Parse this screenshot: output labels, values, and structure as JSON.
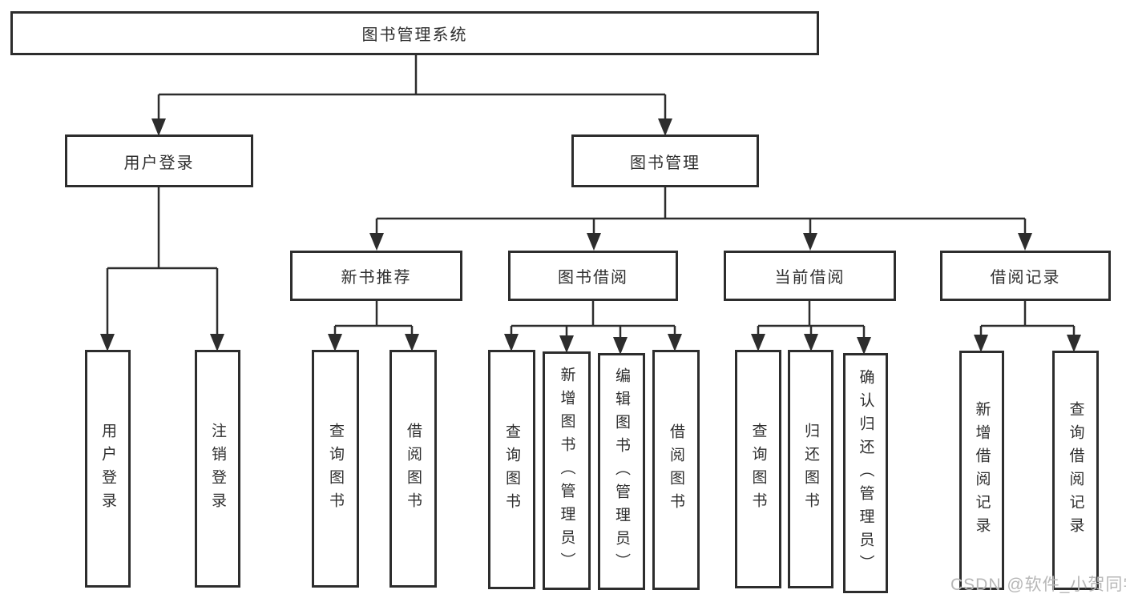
{
  "tree": {
    "root": "图书管理系统",
    "children": [
      {
        "label": "用户登录",
        "children": [
          "用户登录",
          "注销登录"
        ]
      },
      {
        "label": "图书管理",
        "children": [
          {
            "label": "新书推荐",
            "children": [
              "查询图书",
              "借阅图书"
            ]
          },
          {
            "label": "图书借阅",
            "children": [
              "查询图书",
              "新增图书（管理员）",
              "编辑图书（管理员）",
              "借阅图书"
            ]
          },
          {
            "label": "当前借阅",
            "children": [
              "查询图书",
              "归还图书",
              "确认归还（管理员）"
            ]
          },
          {
            "label": "借阅记录",
            "children": [
              "新增借阅记录",
              "查询借阅记录"
            ]
          }
        ]
      }
    ]
  },
  "watermark": {
    "text": "CSDN @软件_小贺同学"
  },
  "colors": {
    "line": "#2d2d2d",
    "box_border": "#2d2d2d",
    "text": "#2f2f2f",
    "watermark": "#b7b7b7",
    "background": "#ffffff"
  }
}
